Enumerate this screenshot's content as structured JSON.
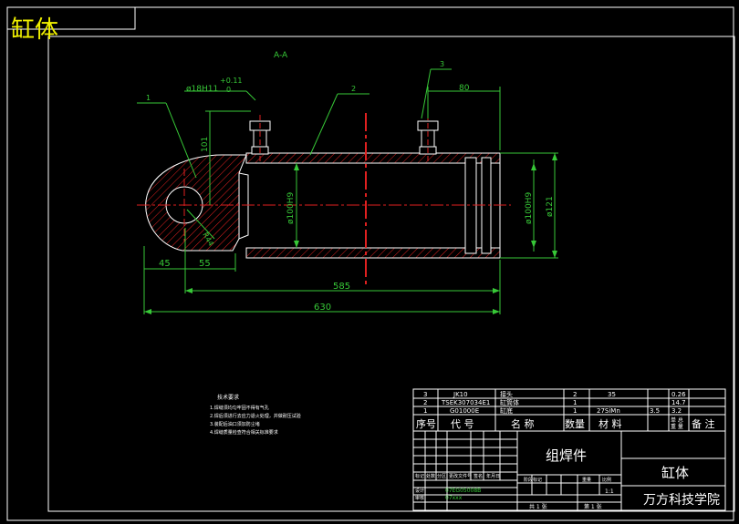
{
  "title": "缸体",
  "section_label": "A-A",
  "dimensions": {
    "len_630": "630",
    "len_585": "585",
    "len_45": "45",
    "len_55": "55",
    "len_80": "80",
    "len_101": "101",
    "len_r44": "R44",
    "bore": "ø100H9",
    "bore_right": "ø100H9",
    "outer": "ø121",
    "pin_hole": "ø18H11",
    "pin_tol_upper": "+0.11",
    "pin_tol_lower": "0"
  },
  "balloons": {
    "b1": "1",
    "b2": "2",
    "b3": "3"
  },
  "notes": {
    "heading": "技术要求",
    "lines": [
      "1.焊缝须均匀牢固不得有气孔",
      "2.焊后须进行去应力退火处理，并做耐压试验",
      "3.装配后油口须加防尘堵",
      "4.焊缝质量检查符合相关标准要求"
    ]
  },
  "bom": {
    "rows": [
      {
        "no": "3",
        "code": "JK10",
        "name": "接头",
        "qty": "2",
        "material": "35",
        "weight": "0.26"
      },
      {
        "no": "2",
        "code": "TSEK307034E1",
        "name": "缸筒体",
        "qty": "1",
        "material": "",
        "weight": "14.7"
      },
      {
        "no": "1",
        "code": "G01000E",
        "name": "缸底",
        "qty": "1",
        "material": "27SiMn",
        "weight": "3.5",
        "weight2": "3.2"
      }
    ],
    "header": {
      "no": "序号",
      "code": "代 号",
      "name": "名 称",
      "qty": "数量",
      "material": "材 料",
      "weight_top": "单 总",
      "weight_bottom": "重 量",
      "remark": "备 注"
    }
  },
  "title_block": {
    "part_name": "组焊件",
    "drawing_name": "缸体",
    "company": "万方科技学院",
    "scale_value": "1:1",
    "sheet_left": "共 1 张",
    "sheet_right": "第 1 张",
    "drawing_no": "07EG05008B",
    "material_code": "07xxx",
    "mark": "标记",
    "count": "处数",
    "zone": "分区",
    "change_doc": "更改文件号",
    "sign": "签名",
    "date": "年月日",
    "design": "设计",
    "check": "审核",
    "stage": "阶段标记",
    "weight_label": "重量",
    "scale_label": "比例"
  },
  "colors": {
    "outline": "#ffffff",
    "dimension": "#37c837",
    "centerline": "#e02020",
    "hatch": "#e02020",
    "title_text": "#f0f000"
  }
}
